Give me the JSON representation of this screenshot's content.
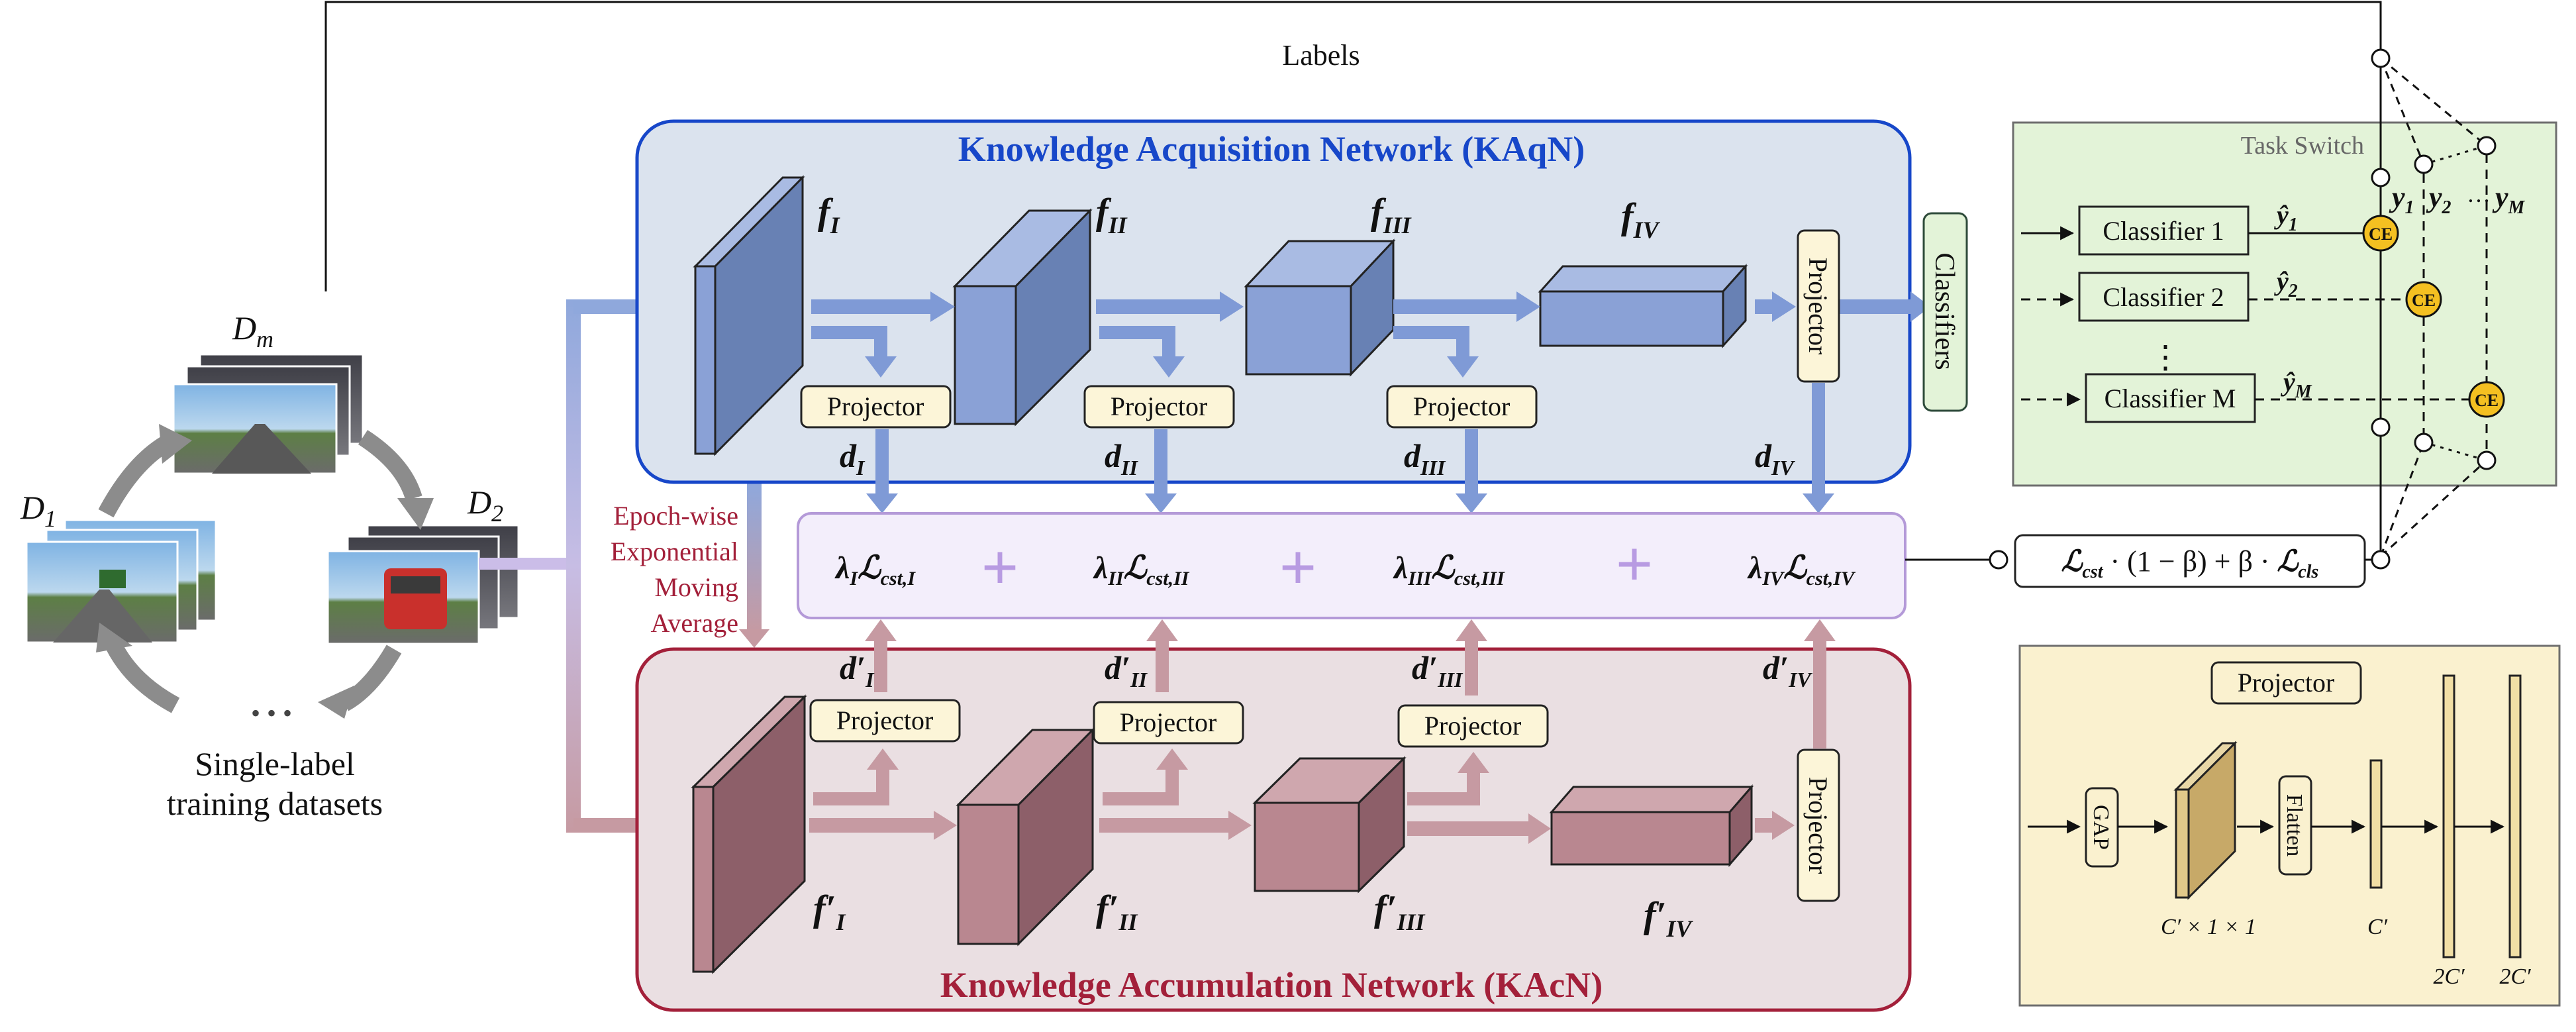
{
  "colors": {
    "kaqn_border": "#1747c9",
    "kaqn_fill": "#dbe3ee",
    "kaqn_title": "#1747c9",
    "kacn_border": "#a3203a",
    "kacn_fill": "#eadfe2",
    "kacn_title": "#a3203a",
    "loss_border": "#b49ad8",
    "loss_fill": "#f3eefb",
    "plus": "#b89be2",
    "blue_block": "#8aa1d6",
    "blue_arrow": "#7f9ad6",
    "red_block": "#b98790",
    "red_arrow": "#c69aa2",
    "projector_fill": "#fcf5d8",
    "task_fill": "#e3f3d8",
    "proj_detail_fill": "#faf1cf",
    "ce_fill": "#f4c021",
    "ema_text": "#a3203a"
  },
  "labels_text": "Labels",
  "datasets": {
    "d_m": "D",
    "d_m_sub": "m",
    "d_1": "D",
    "d_1_sub": "1",
    "d_2": "D",
    "d_2_sub": "2",
    "ellipsis": "• • •",
    "caption_line1": "Single-label",
    "caption_line2": "training datasets"
  },
  "ema": {
    "line1": "Epoch-wise",
    "line2": "Exponential",
    "line3": "Moving",
    "line4": "Average"
  },
  "kaqn": {
    "title": "Knowledge Acquisition Network (KAqN)",
    "features": [
      {
        "base": "f",
        "sub": "I"
      },
      {
        "base": "f",
        "sub": "II"
      },
      {
        "base": "f",
        "sub": "III"
      },
      {
        "base": "f",
        "sub": "IV"
      }
    ],
    "projectors": [
      "Projector",
      "Projector",
      "Projector",
      "Projector"
    ],
    "distill": [
      {
        "base": "d",
        "sub": "I"
      },
      {
        "base": "d",
        "sub": "II"
      },
      {
        "base": "d",
        "sub": "III"
      },
      {
        "base": "d",
        "sub": "IV"
      }
    ],
    "classifiers": "Classifiers"
  },
  "kacn": {
    "title": "Knowledge Accumulation Network (KAcN)",
    "features": [
      {
        "base": "f′",
        "sub": "I"
      },
      {
        "base": "f′",
        "sub": "II"
      },
      {
        "base": "f′",
        "sub": "III"
      },
      {
        "base": "f′",
        "sub": "IV"
      }
    ],
    "projectors": [
      "Projector",
      "Projector",
      "Projector",
      "Projector"
    ],
    "distill": [
      {
        "base": "d′",
        "sub": "I"
      },
      {
        "base": "d′",
        "sub": "II"
      },
      {
        "base": "d′",
        "sub": "III"
      },
      {
        "base": "d′",
        "sub": "IV"
      }
    ]
  },
  "loss_terms": [
    {
      "lambda_sub": "I",
      "sub": "cst,I"
    },
    {
      "lambda_sub": "II",
      "sub": "cst,II"
    },
    {
      "lambda_sub": "III",
      "sub": "cst,III"
    },
    {
      "lambda_sub": "IV",
      "sub": "cst,IV"
    }
  ],
  "loss_symbol": "ℒ",
  "lambda_symbol": "λ",
  "plus_sign": "+",
  "total_loss": {
    "a": "ℒ",
    "a_sub": "cst",
    "mid": " · (1 − β) + β · ",
    "b": "ℒ",
    "b_sub": "cls"
  },
  "task_switch": {
    "title": "Task Switch",
    "classifiers": [
      "Classifier 1",
      "Classifier 2",
      "Classifier M"
    ],
    "vdots": "⋮",
    "hats": [
      {
        "base": "ŷ",
        "sub": "1"
      },
      {
        "base": "ŷ",
        "sub": "2"
      },
      {
        "base": "ŷ",
        "sub": "M"
      }
    ],
    "targets": [
      {
        "base": "y",
        "sub": "1"
      },
      {
        "base": "y",
        "sub": "2"
      },
      {
        "base": "y",
        "sub": "M"
      }
    ],
    "target_sep": "…",
    "ce": "CE"
  },
  "projector_detail": {
    "title": "Projector",
    "gap": "GAP",
    "flatten": "Flatten",
    "dim1": "C′ × 1 × 1",
    "dim2": "C′",
    "dim3": "2C′",
    "dim4": "2C′"
  }
}
